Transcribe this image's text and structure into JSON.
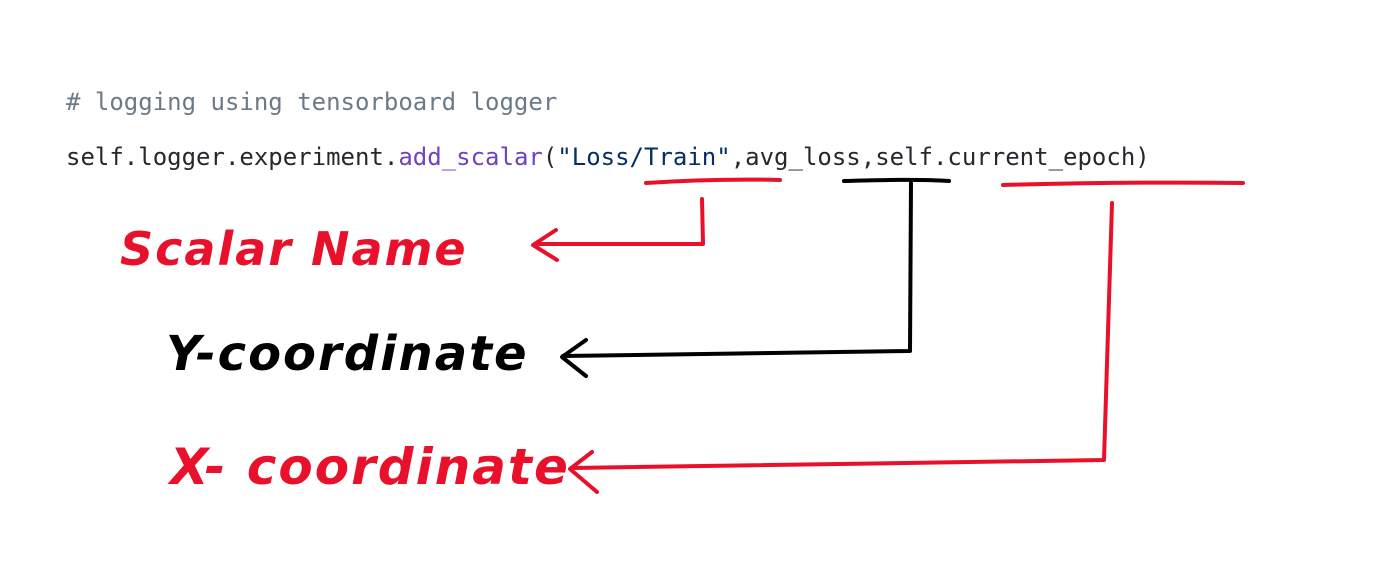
{
  "code": {
    "comment": "# logging using tensorboard logger",
    "call_prefix": "self.logger.experiment.",
    "method": "add_scalar",
    "open_paren": "(",
    "arg_name": "\"Loss/Train\"",
    "sep1": ",",
    "arg_y": "avg_loss",
    "sep2": ",",
    "arg_x": "self.current_epoch",
    "close_paren": ")"
  },
  "annotations": {
    "scalar_name": "Scalar Name",
    "y_coordinate": "Y-coordinate",
    "x_coordinate": "X- coordinate"
  },
  "colors": {
    "red_ink": "#e8102a",
    "black_ink": "#000000",
    "comment": "#6b7a86",
    "method": "#6f42c1",
    "string": "#032f62",
    "code": "#24292e"
  }
}
